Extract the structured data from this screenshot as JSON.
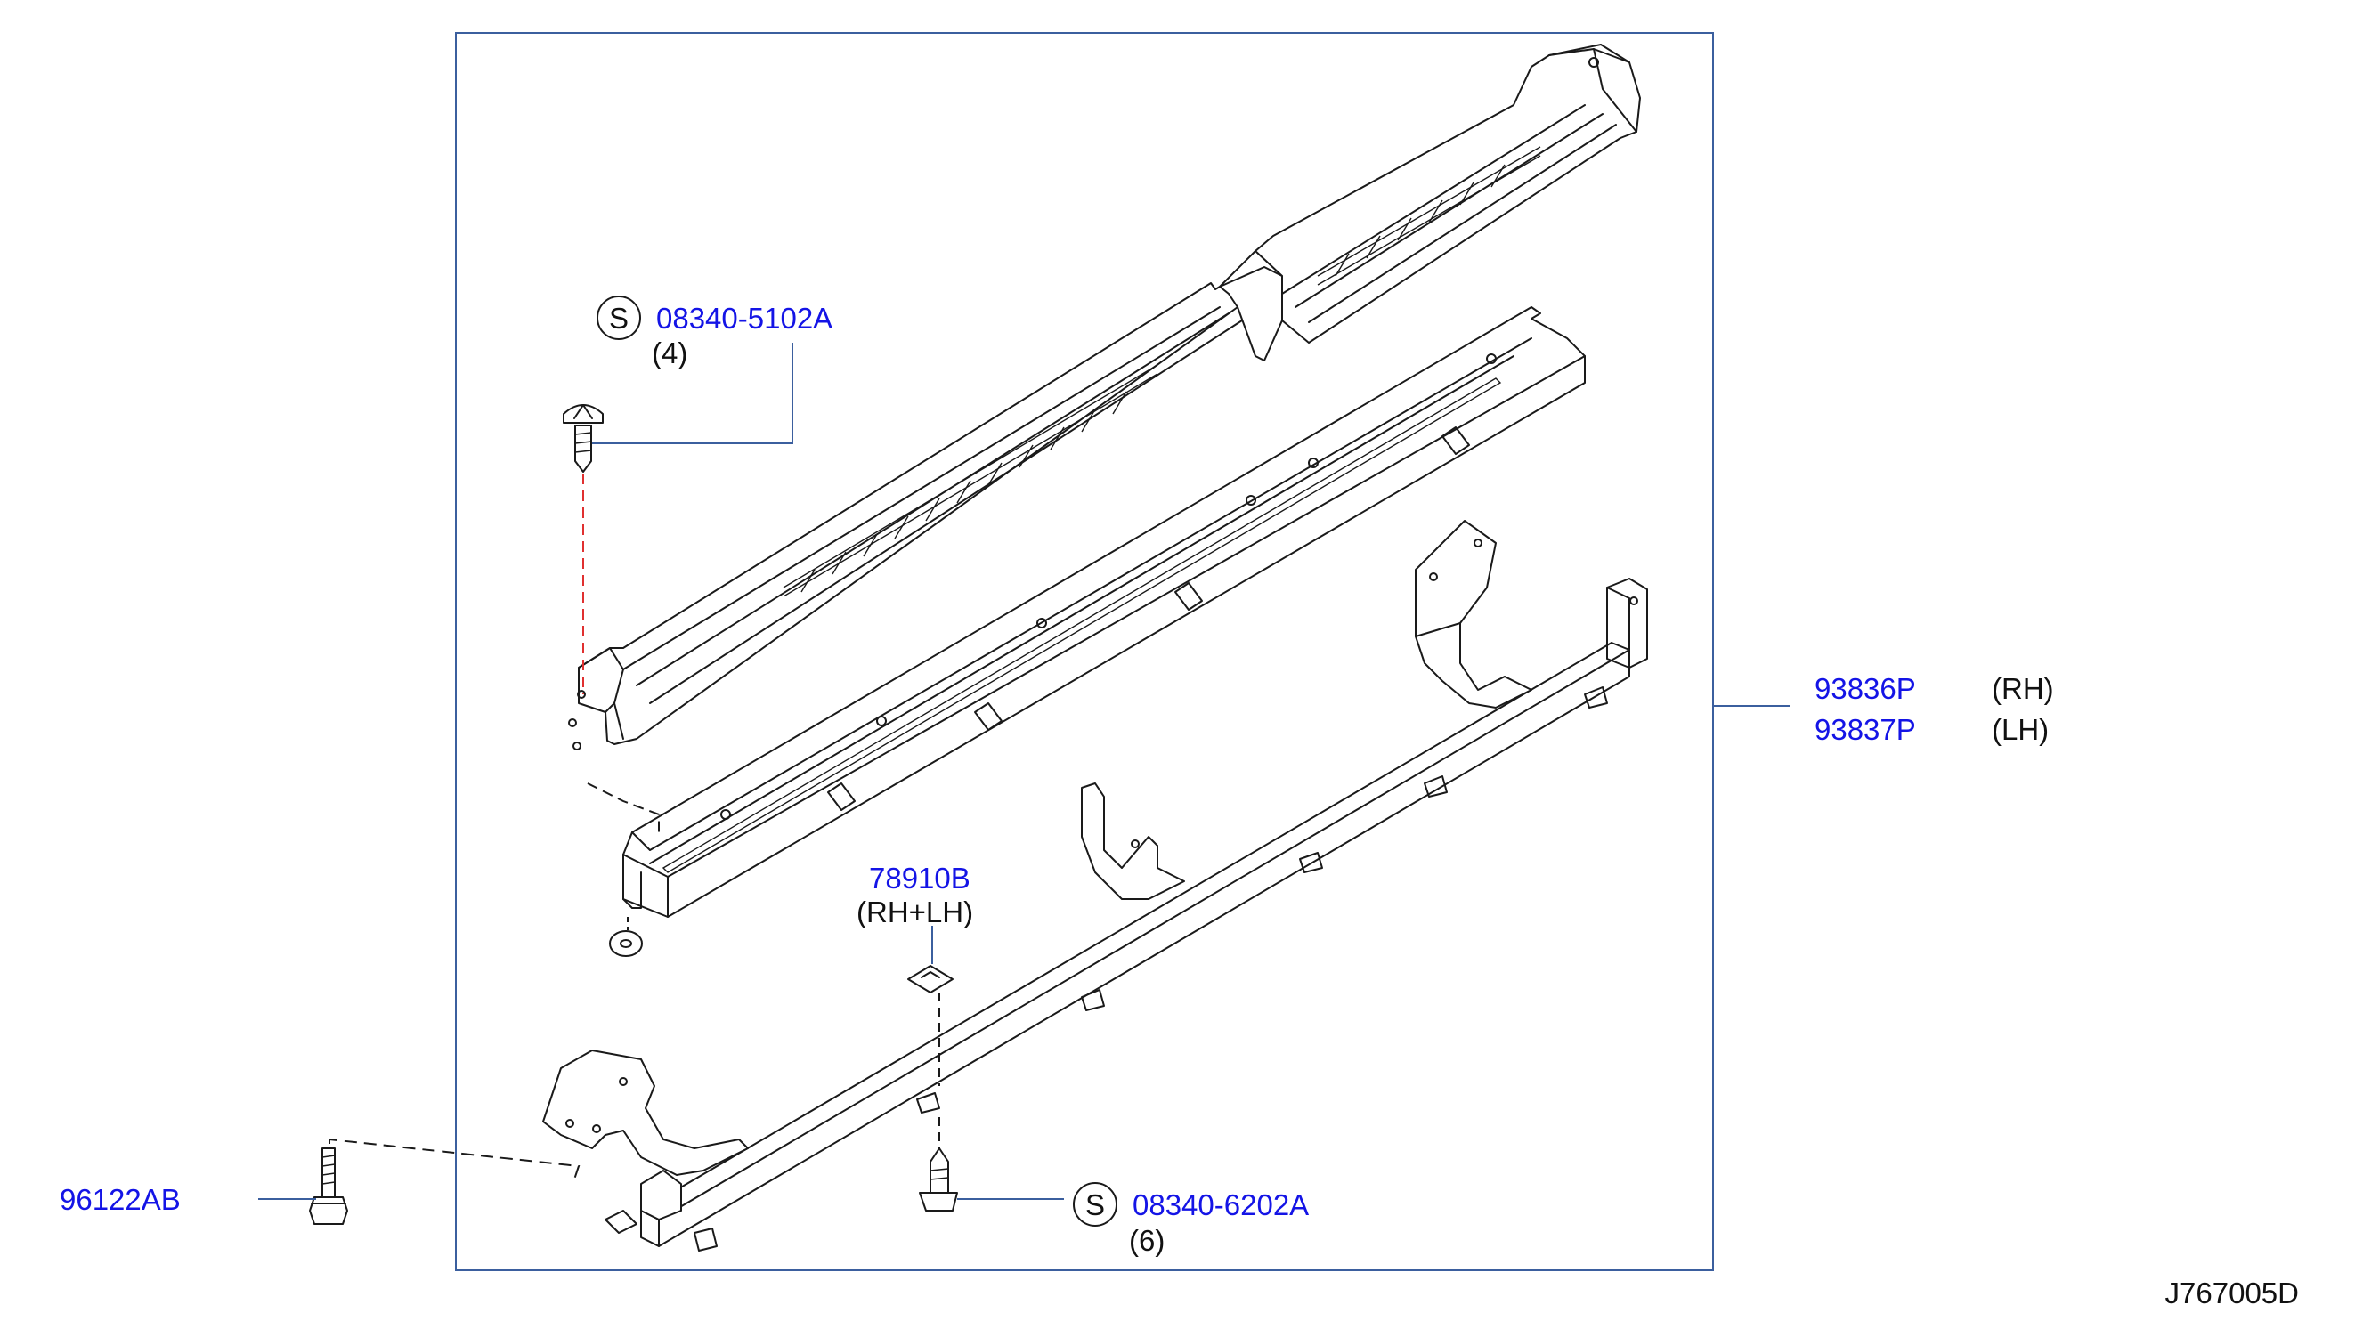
{
  "diagram_code": "J767005D",
  "colors": {
    "part_number": "#1414e6",
    "leader": "#3b5f9e",
    "dash_red": "#e03030",
    "frame": "#3b5f9e"
  },
  "callouts": {
    "screw_top": {
      "symbol": "S",
      "part": "08340-5102A",
      "qty": "(4)"
    },
    "screw_bottom": {
      "symbol": "S",
      "part": "08340-6202A",
      "qty": "(6)"
    },
    "clip": {
      "part": "78910B",
      "note": "(RH+LH)"
    },
    "bolt": {
      "part": "96122AB"
    },
    "assembly_rh": {
      "part": "93836P",
      "side": "(RH)"
    },
    "assembly_lh": {
      "part": "93837P",
      "side": "(LH)"
    }
  }
}
